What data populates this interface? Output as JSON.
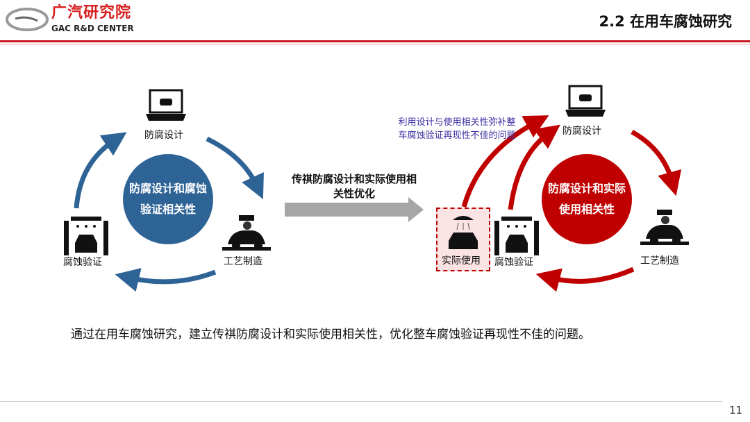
{
  "header": {
    "logo_cn": "广汽研究院",
    "logo_en": "GAC R&D CENTER",
    "title": "2.2 在用车腐蚀研究"
  },
  "left_cycle": {
    "center": "防腐设计和腐蚀验证相关性",
    "design": "防腐设计",
    "process": "工艺制造",
    "verify": "腐蚀验证"
  },
  "transition": {
    "label": "传祺防腐设计和实际使用相关性优化"
  },
  "right_cycle": {
    "center": "防腐设计和实际使用相关性",
    "design": "防腐设计",
    "process": "工艺制造",
    "verify": "腐蚀验证",
    "actual": "实际使用",
    "note": "利用设计与使用相关性弥补整车腐蚀验证再现性不佳的问题"
  },
  "summary": "通过在用车腐蚀研究，建立传祺防腐设计和实际使用相关性，优化整车腐蚀验证再现性不佳的问题。",
  "page_number": "11",
  "colors": {
    "blue": "#2e6396",
    "red": "#c00000",
    "accent_line": "#c8161d",
    "note": "#3a2fa0"
  }
}
